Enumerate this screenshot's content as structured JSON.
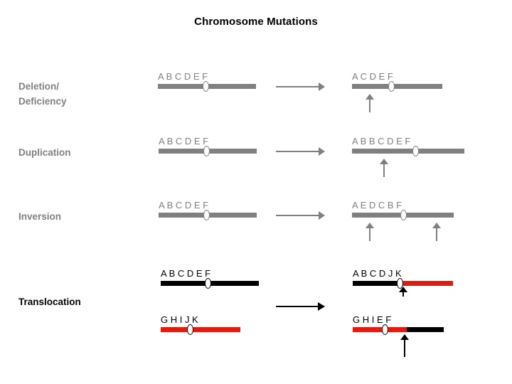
{
  "title": "Chromosome Mutations",
  "colors": {
    "gray": "#808080",
    "black": "#000000",
    "red": "#e01b10",
    "background": "#ffffff"
  },
  "rows": [
    {
      "id": "deletion",
      "label": "Deletion/\nDeficiency",
      "label_color": "#808080",
      "before": {
        "letters": "A  B C   D E F",
        "color": "#808080",
        "segments": [
          {
            "color": "#808080",
            "label": "A B C D E F"
          }
        ]
      },
      "after": {
        "letters": "A C   D E F",
        "color": "#808080",
        "segments": [
          {
            "color": "#808080",
            "label": "A C D E F"
          }
        ],
        "markers": [
          "deletion-site"
        ]
      },
      "arrow": "right-arrow-gray"
    },
    {
      "id": "duplication",
      "label": "Duplication",
      "label_color": "#808080",
      "before": {
        "letters": "A B C   D E F",
        "color": "#808080",
        "segments": [
          {
            "color": "#808080",
            "label": "A B C D E F"
          }
        ]
      },
      "after": {
        "letters": "A B B C  D E F",
        "color": "#808080",
        "segments": [
          {
            "color": "#808080",
            "label": "A B B C D E F"
          }
        ],
        "markers": [
          "duplicated-segment"
        ]
      },
      "arrow": "right-arrow-gray"
    },
    {
      "id": "inversion",
      "label": "Inversion",
      "label_color": "#808080",
      "before": {
        "letters": "A B C   D E F",
        "color": "#808080",
        "segments": [
          {
            "color": "#808080",
            "label": "A B C D E F"
          }
        ]
      },
      "after": {
        "letters": "A E D   C B F",
        "color": "#808080",
        "segments": [
          {
            "color": "#808080",
            "label": "A E D C B F"
          }
        ],
        "markers": [
          "inversion-breakpoint-left",
          "inversion-breakpoint-right"
        ]
      },
      "arrow": "right-arrow-gray"
    },
    {
      "id": "translocation",
      "label": "Translocation",
      "label_color": "#000000",
      "arrow": "right-arrow-black",
      "before": [
        {
          "letters": "A B C   D E F",
          "color": "#000000",
          "segments": [
            {
              "color": "#000000",
              "label": "A B C D E F"
            }
          ]
        },
        {
          "letters": "G H  I  J K",
          "color": "#000000",
          "segments": [
            {
              "color": "#e01b10",
              "label": "G H I J K"
            }
          ]
        }
      ],
      "after": [
        {
          "letters": "A B C  D J K",
          "color": "#000000",
          "segments": [
            {
              "color": "#000000",
              "label": "A B C D"
            },
            {
              "color": "#e01b10",
              "label": "J K"
            }
          ],
          "markers": [
            "translocation-junction-1"
          ]
        },
        {
          "letters": "G H  I  E F",
          "color": "#000000",
          "segments": [
            {
              "color": "#e01b10",
              "label": "G H I"
            },
            {
              "color": "#000000",
              "label": "E F"
            }
          ],
          "markers": [
            "translocation-junction-2"
          ]
        }
      ]
    }
  ]
}
